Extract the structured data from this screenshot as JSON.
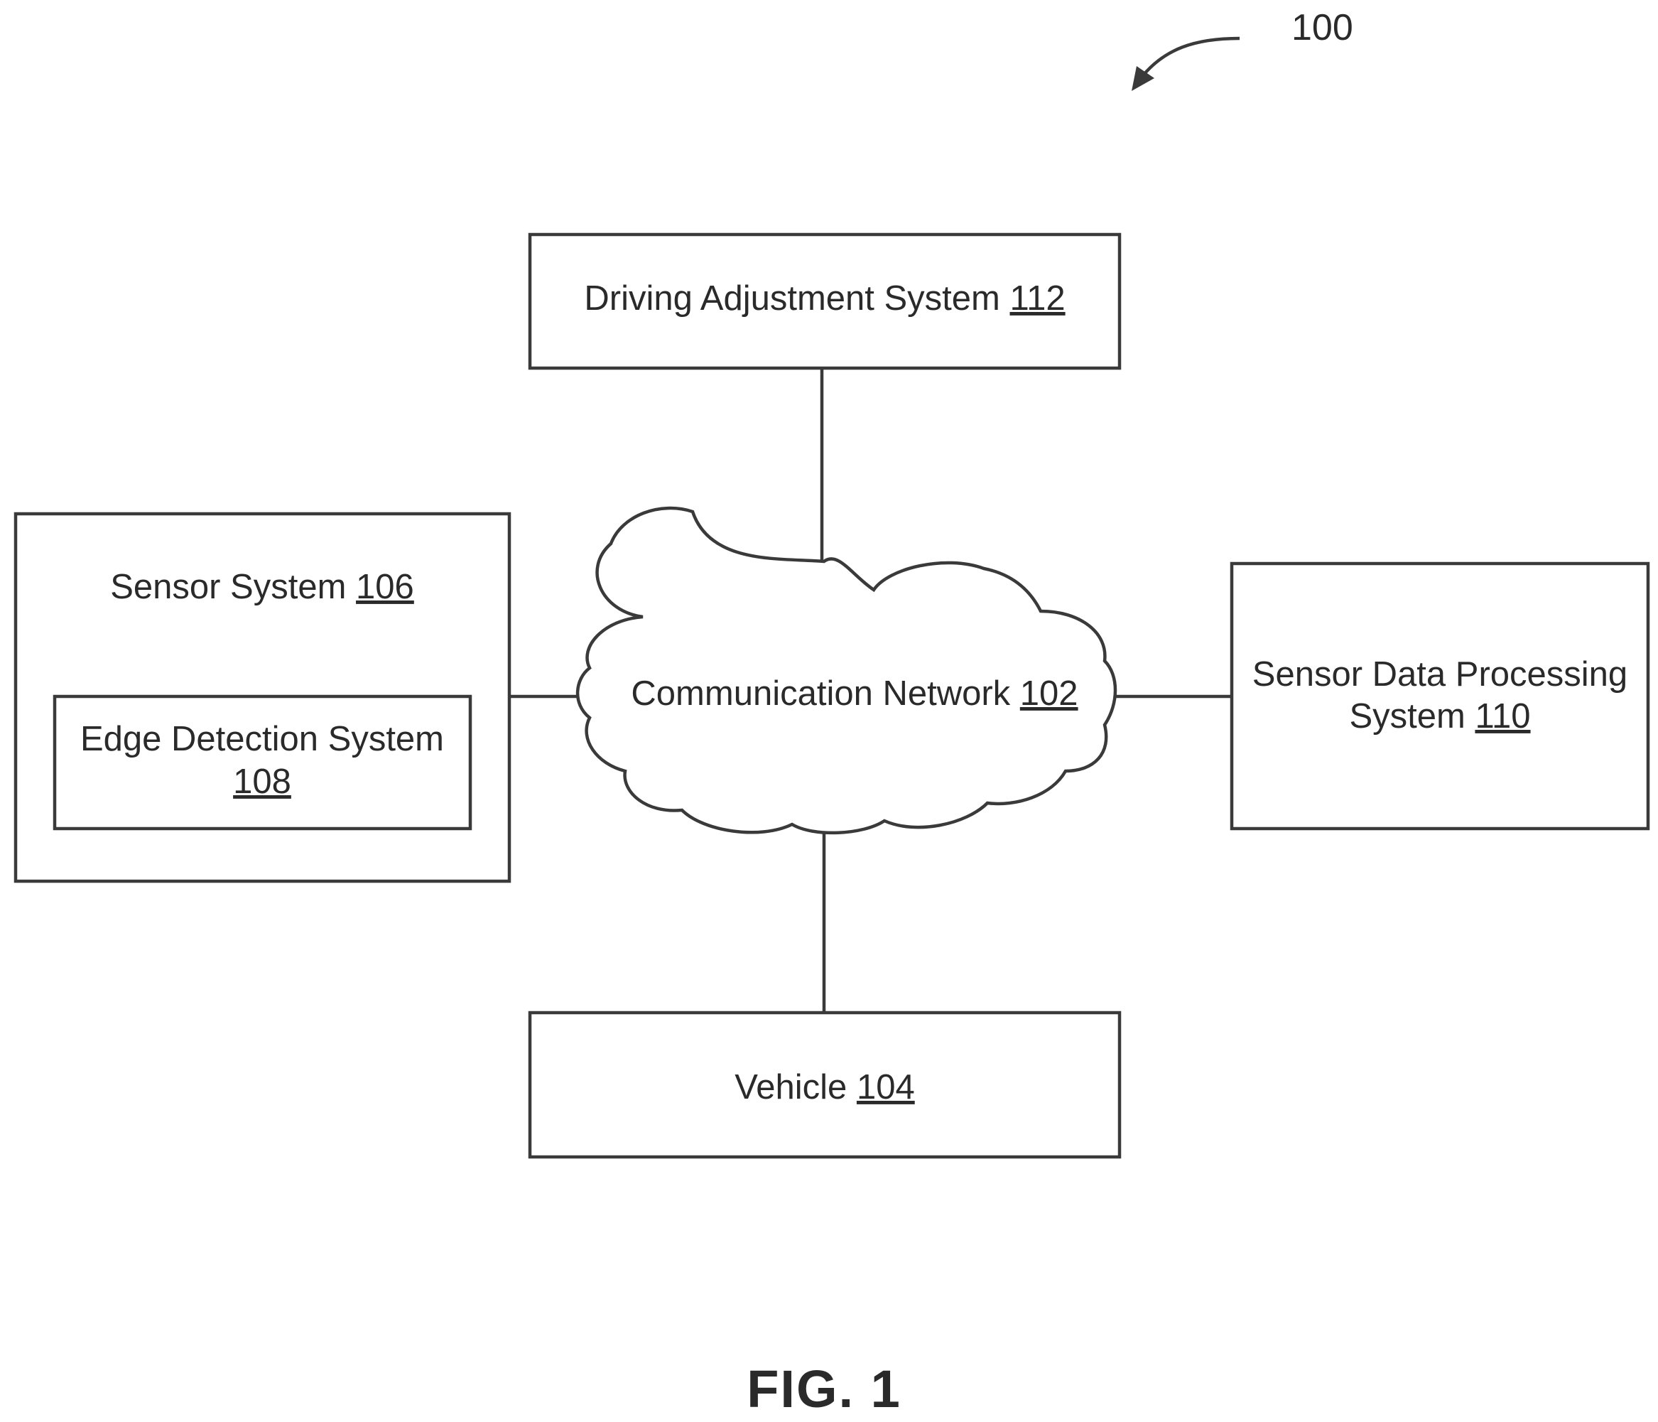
{
  "figure": {
    "ref_number": "100",
    "caption": "FIG. 1"
  },
  "nodes": {
    "driving_adjustment": {
      "label": "Driving Adjustment System",
      "ref": "112"
    },
    "sensor_system": {
      "label": "Sensor System",
      "ref": "106"
    },
    "edge_detection": {
      "label": "Edge Detection System",
      "ref": "108"
    },
    "network": {
      "label": "Communication Network",
      "ref": "102"
    },
    "sensor_data_processing": {
      "label_line1": "Sensor Data Processing",
      "label_line2": "System",
      "ref": "110"
    },
    "vehicle": {
      "label": "Vehicle",
      "ref": "104"
    }
  }
}
